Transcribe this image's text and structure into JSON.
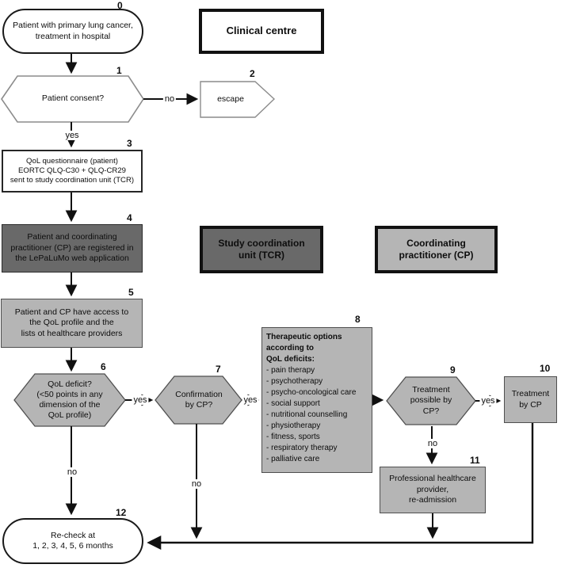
{
  "diagram": {
    "title_hint": "Clinical workflow flowchart",
    "colors": {
      "background": "#ffffff",
      "dark_gray_fill": "#696969",
      "light_gray_fill": "#b5b5b5",
      "line": "#111111",
      "text": "#0d0d0d"
    },
    "legend": {
      "clinical_centre": "Clinical centre",
      "tcr": "Study coordination\nunit (TCR)",
      "cp": "Coordinating\npractitioner (CP)"
    },
    "nodes": {
      "n0": {
        "num": "0",
        "text": "Patient with primary lung cancer,\ntreatment in hospital"
      },
      "n1": {
        "num": "1",
        "text": "Patient consent?"
      },
      "n2": {
        "num": "2",
        "text": "escape"
      },
      "n3": {
        "num": "3",
        "text": "QoL questionnaire (patient)\nEORTC QLQ-C30 + QLQ-CR29\nsent to study coordination unit (TCR)"
      },
      "n4": {
        "num": "4",
        "text": "Patient and coordinating\npractitioner (CP) are registered in\nthe LePaLuMo web application"
      },
      "n5": {
        "num": "5",
        "text": "Patient and CP have access to\nthe QoL profile and the\nlists ot healthcare providers"
      },
      "n6": {
        "num": "6",
        "text": "QoL deficit?\n(<50 points in any\ndimension of the\nQoL profile)"
      },
      "n7": {
        "num": "7",
        "text": "Confirmation\nby CP?"
      },
      "n8": {
        "num": "8",
        "title": "Therapeutic options\naccording to\nQoL deficits:",
        "items": [
          "- pain therapy",
          "- psychotherapy",
          "- psycho-oncological care",
          "- social support",
          "- nutritional counselling",
          "- physiotherapy",
          "- fitness, sports",
          "- respiratory therapy",
          "- palliative care"
        ]
      },
      "n9": {
        "num": "9",
        "text": "Treatment\npossible by\nCP?"
      },
      "n10": {
        "num": "10",
        "text": "Treatment\nby CP"
      },
      "n11": {
        "num": "11",
        "text": "Professional healthcare\nprovider,\nre-admission"
      },
      "n12": {
        "num": "12",
        "text": "Re-check at\n1, 2, 3, 4, 5, 6 months"
      }
    },
    "edge_labels": {
      "no_consent": "no",
      "yes_consent": "yes",
      "yes_deficit": "yes",
      "yes_confirm": "yes",
      "yes_possible": "yes",
      "no_possible": "no",
      "no_deficit": "no",
      "no_confirm": "no"
    }
  }
}
